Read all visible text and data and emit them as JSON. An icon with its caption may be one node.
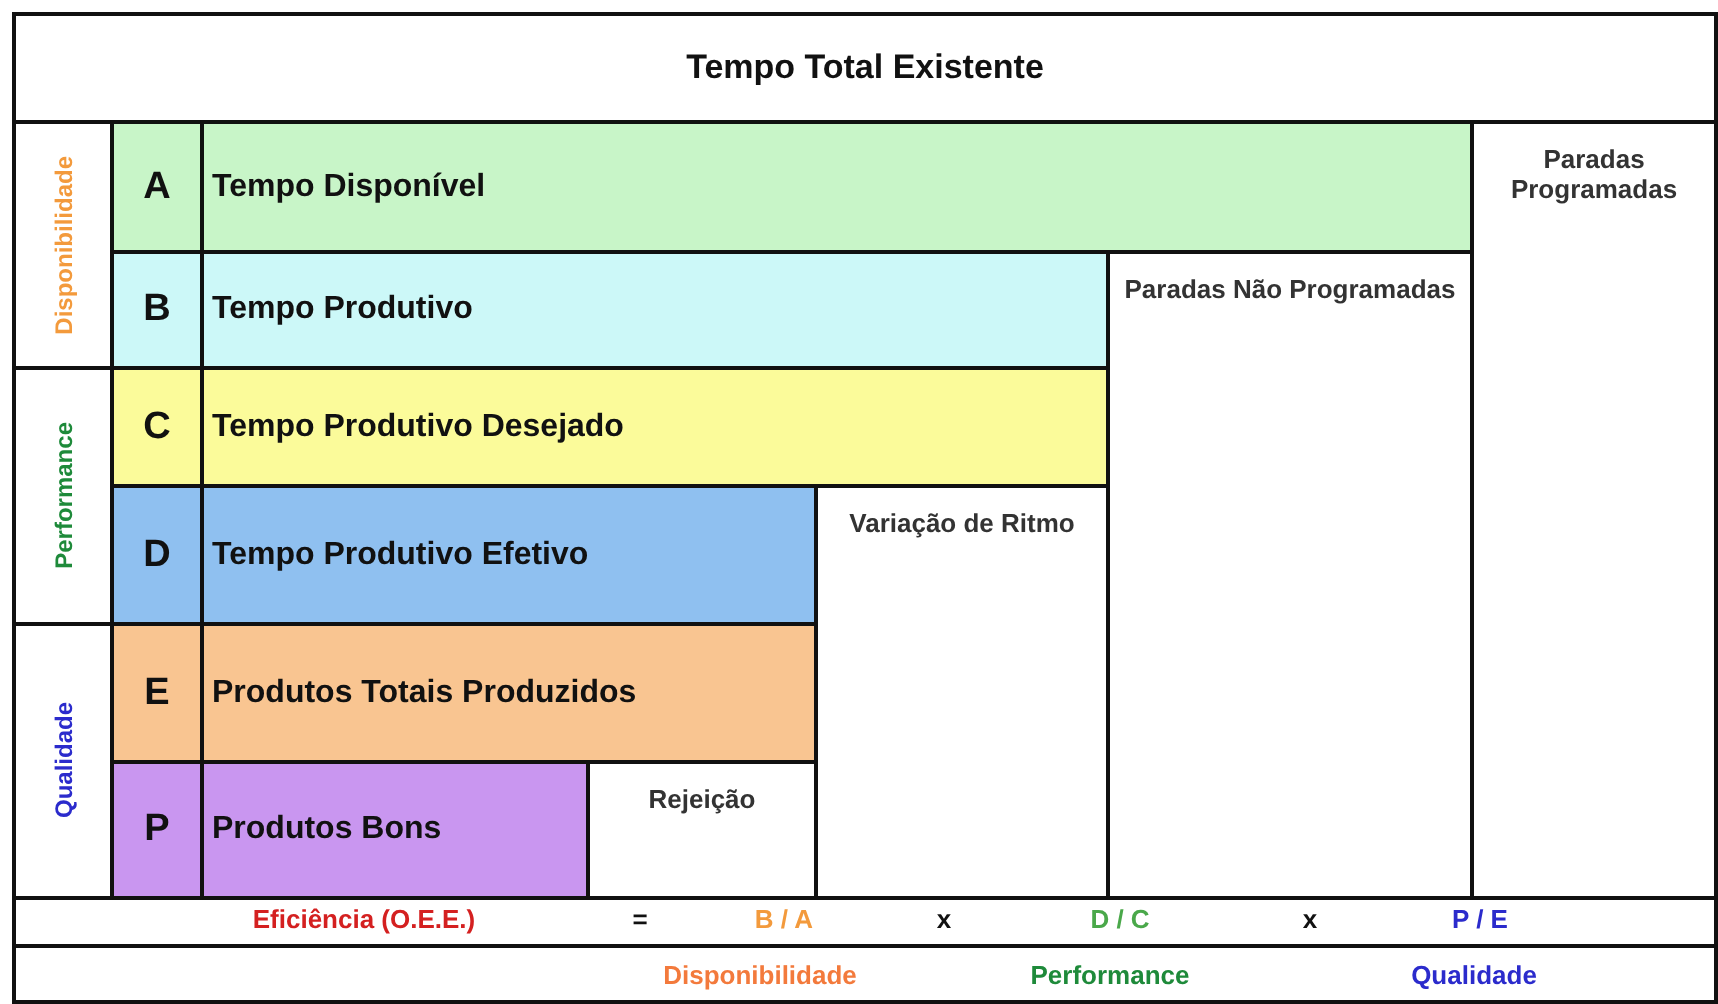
{
  "diagram": {
    "title": "Tempo Total Existente",
    "nodes": [
      {
        "text": [
          "Disponibilidade"
        ]
      },
      {
        "text": [
          "A"
        ]
      },
      {
        "text": [
          "Tempo Disponível"
        ]
      },
      {
        "text": [
          "Paradas Programadas"
        ]
      },
      {
        "text": [
          "B"
        ]
      },
      {
        "text": [
          "Tempo Produtivo"
        ]
      },
      {
        "text": [
          "Paradas Não Programadas"
        ]
      },
      {
        "text": [
          "Performance"
        ]
      },
      {
        "text": [
          "C"
        ]
      },
      {
        "text": [
          "Tempo Produtivo Desejado"
        ]
      },
      {
        "text": [
          "D"
        ]
      },
      {
        "text": [
          "Tempo Produtivo Efetivo"
        ]
      },
      {
        "text": [
          "Variação de Ritmo"
        ]
      },
      {
        "text": [
          "Qualidade"
        ]
      },
      {
        "text": [
          "E"
        ]
      },
      {
        "text": [
          "Produtos Totais Produzidos"
        ]
      },
      {
        "text": [
          "P"
        ]
      },
      {
        "text": [
          "Produtos Bons"
        ]
      },
      {
        "text": [
          "Rejeição"
        ]
      }
    ],
    "edges": [],
    "labels": [
      "Eficiência (O.E.E.)",
      "=",
      "B / A",
      "x",
      "D / C",
      "x",
      "P / E",
      "Disponibilidade",
      "Performance",
      "Qualidade"
    ]
  }
}
